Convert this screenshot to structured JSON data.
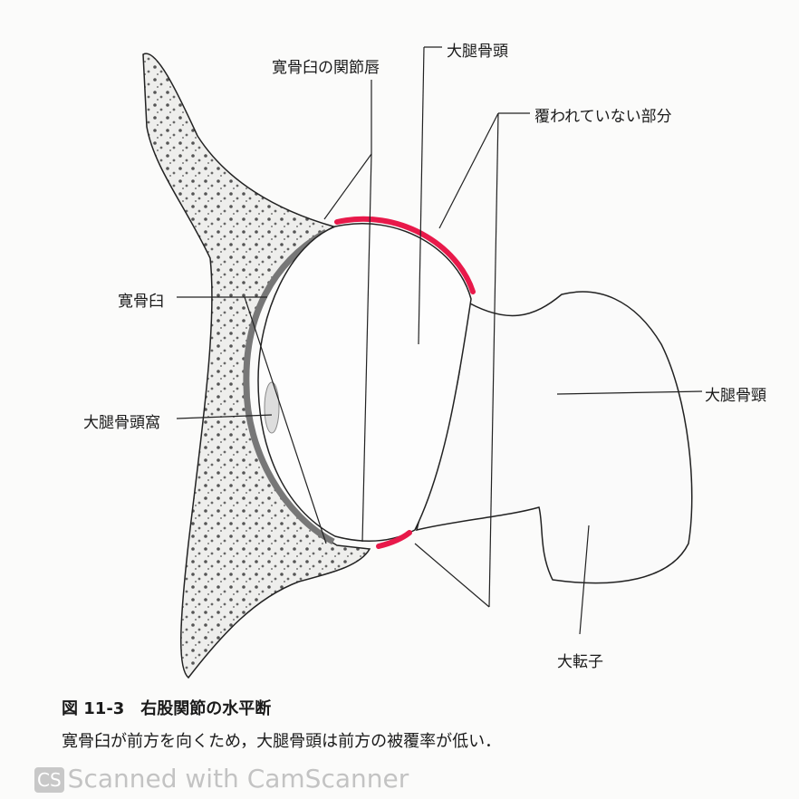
{
  "labels": {
    "labrum": "寛骨臼の関節唇",
    "femoral_head": "大腿骨頭",
    "uncovered": "覆われていない部分",
    "acetabulum": "寛骨臼",
    "fovea": "大腿骨頭窩",
    "femoral_neck": "大腿骨頸",
    "greater_trochanter": "大転子"
  },
  "caption": {
    "title": "図 11-3　右股関節の水平断",
    "text": "寛骨臼が前方を向くため，大腿骨頭は前方の被覆率が低い．"
  },
  "watermark": {
    "logo": "CS",
    "text": "Scanned with CamScanner"
  },
  "colors": {
    "uncovered_highlight": "#e8194a",
    "line": "#222222"
  }
}
